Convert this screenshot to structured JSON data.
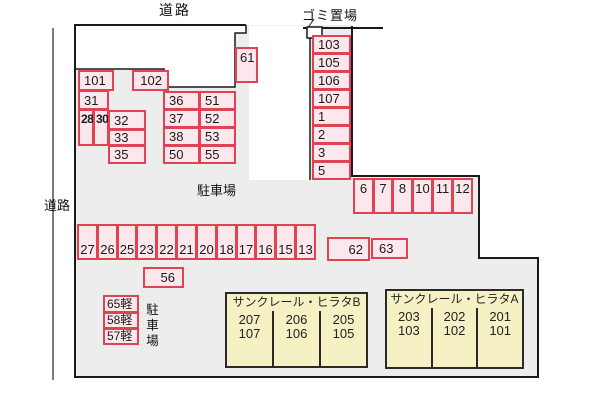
{
  "colors": {
    "ground": "#ededed",
    "space_fill": "#fce7ed",
    "space_border": "#e04352",
    "building_fill": "#f6f1c5",
    "outline": "#1a1a1a"
  },
  "labels": {
    "road_top": "道路",
    "road_left": "道路",
    "trash_area": "ゴミ置場",
    "parking_lot": "駐車場",
    "kei_parking": "駐車場"
  },
  "parking": {
    "cluster_left": [
      "101",
      "102",
      "31",
      "28",
      "30",
      "32",
      "33",
      "35"
    ],
    "space_61": "61",
    "grid_mid": [
      "36",
      "51",
      "37",
      "52",
      "38",
      "53",
      "50",
      "55"
    ],
    "column_right": [
      "103",
      "105",
      "106",
      "107",
      "1",
      "2",
      "3",
      "5"
    ],
    "row_right": [
      "6",
      "7",
      "8",
      "10",
      "11",
      "12"
    ],
    "row_62_63": [
      "62",
      "63"
    ],
    "row_main": [
      "27",
      "26",
      "25",
      "23",
      "22",
      "21",
      "20",
      "18",
      "17",
      "16",
      "15",
      "13"
    ],
    "space_56": "56",
    "kei_spaces": [
      "65軽",
      "58軽",
      "57軽"
    ]
  },
  "buildings": {
    "b": {
      "name": "サンクレール・ヒラタB",
      "units": [
        {
          "upper": "207",
          "lower": "107"
        },
        {
          "upper": "206",
          "lower": "106"
        },
        {
          "upper": "205",
          "lower": "105"
        }
      ]
    },
    "a": {
      "name": "サンクレール・ヒラタA",
      "units": [
        {
          "upper": "203",
          "lower": "103"
        },
        {
          "upper": "202",
          "lower": "102"
        },
        {
          "upper": "201",
          "lower": "101"
        }
      ]
    }
  }
}
